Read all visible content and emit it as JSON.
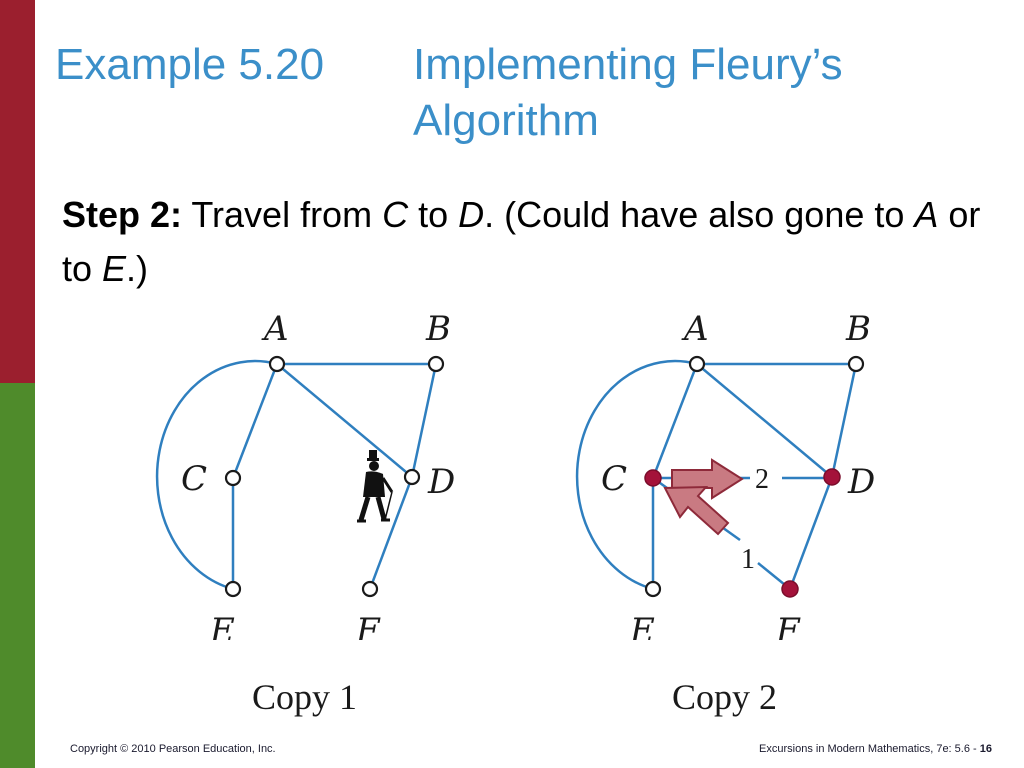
{
  "title": {
    "number": "Example 5.20",
    "text": "Implementing Fleury’s Algorithm"
  },
  "step": {
    "label": "Step 2:",
    "t1": " Travel from ",
    "v1": "C",
    "t2": " to ",
    "v2": "D",
    "t3": ". (Could have also gone to ",
    "v3": "A",
    "t4": " or to ",
    "v4": "E",
    "t5": ".)"
  },
  "copy1": {
    "caption": "Copy 1",
    "labels": {
      "A": "A",
      "B": "B",
      "C": "C",
      "D": "D",
      "E": "E",
      "F": "F"
    }
  },
  "copy2": {
    "caption": "Copy 2",
    "labels": {
      "A": "A",
      "B": "B",
      "C": "C",
      "D": "D",
      "E": "E",
      "F": "F"
    },
    "edge_labels": {
      "e1": "1",
      "e2": "2"
    }
  },
  "colors": {
    "edge": "#2f7fbf",
    "visited_vertex": "#a4123a",
    "arrow": "#c97a82",
    "title": "#3b8fc9"
  },
  "footer": {
    "copyright": "Copyright © 2010 Pearson Education, Inc.",
    "book": "Excursions in Modern Mathematics, 7e: 5.6 - ",
    "page": "16"
  }
}
